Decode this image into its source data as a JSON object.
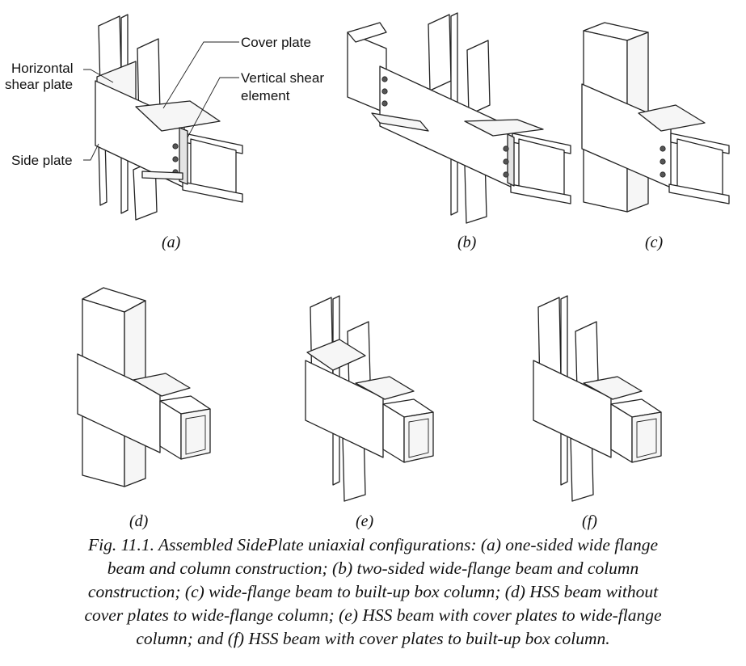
{
  "callouts": {
    "horizontal_shear_plate_line1": "Horizontal",
    "horizontal_shear_plate_line2": "shear plate",
    "cover_plate": "Cover plate",
    "vertical_shear_element_line1": "Vertical shear",
    "vertical_shear_element_line2": "element",
    "side_plate": "Side plate"
  },
  "panels": [
    {
      "id": "a",
      "label": "(a)"
    },
    {
      "id": "b",
      "label": "(b)"
    },
    {
      "id": "c",
      "label": "(c)"
    },
    {
      "id": "d",
      "label": "(d)"
    },
    {
      "id": "e",
      "label": "(e)"
    },
    {
      "id": "f",
      "label": "(f)"
    }
  ],
  "caption": {
    "lines": [
      "Fig. 11.1.  Assembled SidePlate uniaxial configurations: (a) one-sided wide flange",
      "beam and column construction; (b) two-sided wide-flange beam and column",
      "construction; (c) wide-flange beam to built-up box column; (d) HSS beam without",
      "cover plates to wide-flange column; (e) HSS beam with cover plates to wide-flange",
      "column; and (f) HSS beam with cover plates to built-up box column."
    ]
  }
}
